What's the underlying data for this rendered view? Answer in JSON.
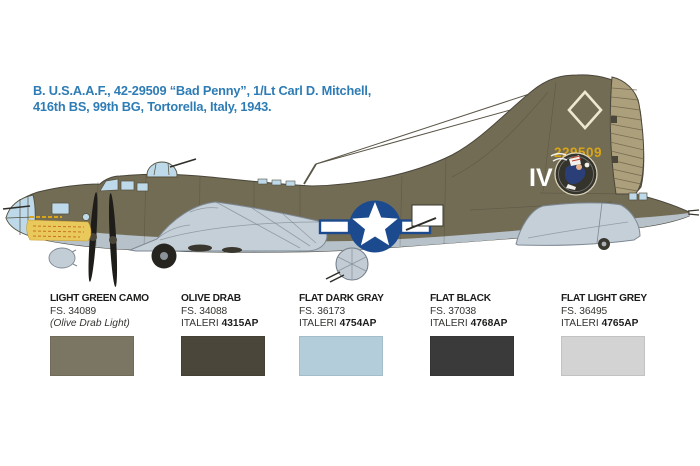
{
  "caption": {
    "line1": "B. U.S.A.A.F., 42-29509 “Bad Penny”, 1/Lt Carl D. Mitchell,",
    "line2": "416th BS, 99th BG, Tortorella, Italy, 1943.",
    "color": "#2e7cb5"
  },
  "aircraft": {
    "tail_serial": "229509",
    "squadron_code": "IV",
    "colors": {
      "olive": "#736c55",
      "rudder_tan": "#ac9f7c",
      "underside": "#b9c6d0",
      "wing": "#c4cfd8",
      "glazing": "#bdd9ea",
      "insignia_blue": "#1c4a8e",
      "serial_yellow": "#d9a516",
      "noseart_yellow": "#e9c95c",
      "outline": "#4a463a",
      "coin_dark": "#35342c",
      "prop_black": "#1f1d1a"
    }
  },
  "swatches": [
    {
      "name": "LIGHT GREEN CAMO",
      "fs": "FS. 34089",
      "note": "(Olive Drab Light)",
      "brand": "",
      "code": "",
      "hex": "#7b7563"
    },
    {
      "name": "OLIVE DRAB",
      "fs": "FS. 34088",
      "note": "",
      "brand": "ITALERI ",
      "code": "4315AP",
      "hex": "#4a4639"
    },
    {
      "name": "FLAT DARK GRAY",
      "fs": "FS. 36173",
      "note": "",
      "brand": "ITALERI ",
      "code": "4754AP",
      "hex": "#b4cddb"
    },
    {
      "name": "FLAT BLACK",
      "fs": "FS. 37038",
      "note": "",
      "brand": "ITALERI ",
      "code": "4768AP",
      "hex": "#3a3a3a"
    },
    {
      "name": "FLAT LIGHT GREY",
      "fs": "FS. 36495",
      "note": "",
      "brand": "ITALERI ",
      "code": "4765AP",
      "hex": "#d3d3d4"
    }
  ]
}
